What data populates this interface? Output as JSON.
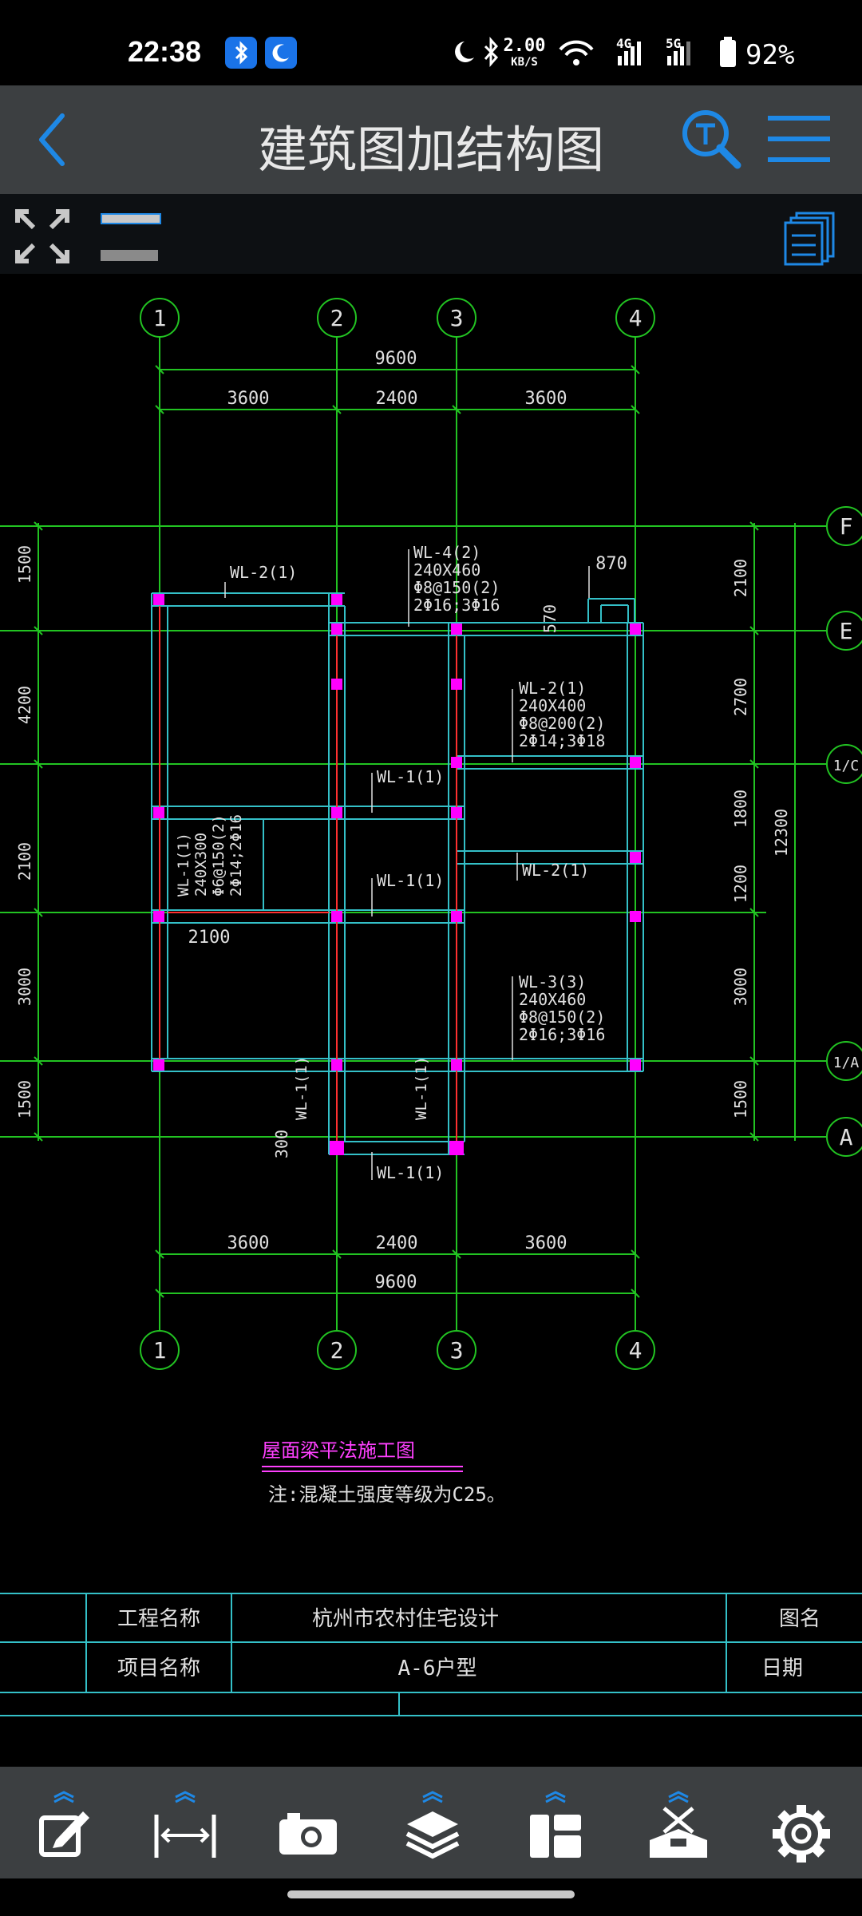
{
  "status_bar": {
    "time": "22:38",
    "speed_value": "2.00",
    "speed_unit": "KB/S",
    "net1": "4G",
    "net2": "5G",
    "battery": "92%"
  },
  "header": {
    "title": "建筑图加结构图"
  },
  "drawing": {
    "axis_numbers": [
      "1",
      "2",
      "3",
      "4"
    ],
    "axis_letters": [
      "F",
      "E",
      "1/C",
      "1/A",
      "A"
    ],
    "dims_top_total": "9600",
    "dims_top_spans": [
      "3600",
      "2400",
      "3600"
    ],
    "dims_bottom_spans": [
      "3600",
      "2400",
      "3600"
    ],
    "dims_bottom_total": "9600",
    "dims_left": [
      "1500",
      "4200",
      "2100",
      "3000",
      "1500"
    ],
    "dims_right": [
      "2100",
      "2700",
      "1800",
      "1200",
      "3000",
      "1500"
    ],
    "dim_right_total": "12300",
    "dim_870": "870",
    "dim_570": "570",
    "dim_2100": "2100",
    "dim_300": "300",
    "beam_labels": {
      "wl2_left": "WL-2(1)",
      "wl4_l1": "WL-4(2)",
      "wl4_l2": "240X460",
      "wl4_l3": "Φ8@150(2)",
      "wl4_l4": "2Φ16;3Φ16",
      "wl2_mid_l1": "WL-2(1)",
      "wl2_mid_l2": "240X400",
      "wl2_mid_l3": "Φ8@200(2)",
      "wl2_mid_l4": "2Φ14;3Φ18",
      "wl1_a": "WL-1(1)",
      "wl1_b": "WL-1(1)",
      "wl2_low": "WL-2(1)",
      "wl1_v1": "WL-1(1)",
      "wl1_v2": "240X300",
      "wl1_v3": "Φ6@150(2)",
      "wl1_v4": "2Φ14;2Φ16",
      "wl3_l1": "WL-3(3)",
      "wl3_l2": "240X460",
      "wl3_l3": "Φ8@150(2)",
      "wl3_l4": "2Φ16;3Φ16",
      "wl1_c": "WL-1(1)",
      "wl1_d": "WL-1(1)",
      "wl1_e": "WL-1(1)"
    },
    "plan_title": "屋面梁平法施工图",
    "plan_note": "注:混凝土强度等级为C25。",
    "titleblock": {
      "project_label": "工程名称",
      "project_value": "杭州市农村住宅设计",
      "drawing_name_label": "图名",
      "item_label": "项目名称",
      "item_value": "A-6户型",
      "date_label": "日期"
    }
  },
  "colors": {
    "accent": "#1e88e5",
    "grid_green": "#22c322",
    "wall_cyan": "#34c0c8",
    "column_magenta": "#ff00ff",
    "titlebar_bg": "#3c3f41"
  },
  "icons": [
    "back-icon",
    "search-icon",
    "menu-icon",
    "fullscreen-icon",
    "layers-list-icon",
    "edit-icon",
    "measure-icon",
    "camera-icon",
    "layers-icon",
    "layout-icon",
    "tools-icon",
    "settings-icon"
  ]
}
